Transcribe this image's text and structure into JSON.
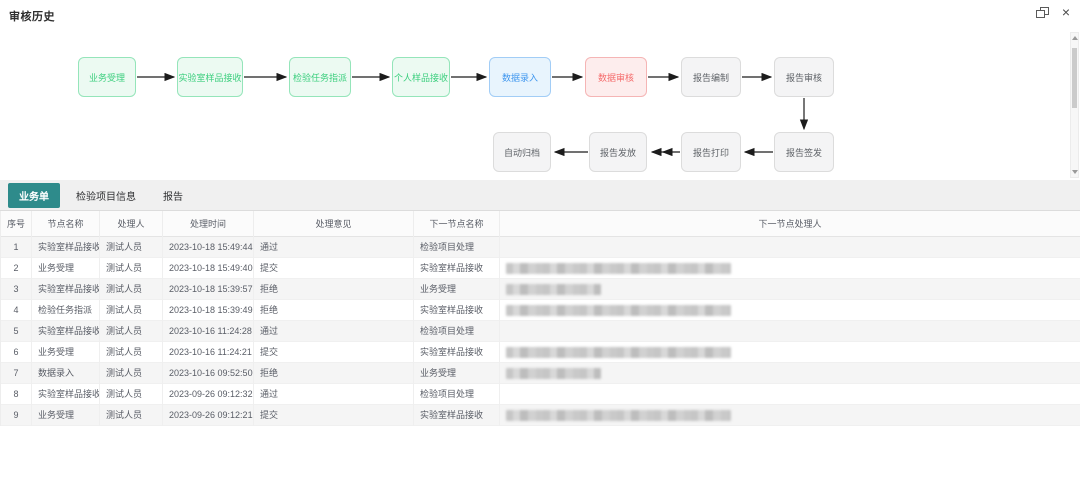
{
  "window": {
    "title": "审核历史",
    "icons": {
      "restore": "overlapping-squares",
      "close": "×"
    }
  },
  "flow": {
    "status_colors": {
      "done": {
        "bg": "#ecfaf2",
        "border": "#95e5ba",
        "text": "#3ccf7e"
      },
      "active": {
        "bg": "#e8f4fd",
        "border": "#a2cdf6",
        "text": "#4097ef"
      },
      "alert": {
        "bg": "#fdeded",
        "border": "#f5b5b5",
        "text": "#f56c6c"
      },
      "pending": {
        "bg": "#f4f4f5",
        "border": "#dcdcdc",
        "text": "#5f6368"
      }
    },
    "nodes_row1": [
      {
        "id": "business-accept",
        "label": "业务受理",
        "status": "done"
      },
      {
        "id": "lab-sample-receive",
        "label": "实验室样品接收",
        "status": "done"
      },
      {
        "id": "inspection-task-assign",
        "label": "检验任务指派",
        "status": "done"
      },
      {
        "id": "personal-sample-receive",
        "label": "个人样品接收",
        "status": "done"
      },
      {
        "id": "data-entry",
        "label": "数据录入",
        "status": "active"
      },
      {
        "id": "data-review",
        "label": "数据审核",
        "status": "alert"
      },
      {
        "id": "report-compile",
        "label": "报告编制",
        "status": "pending"
      },
      {
        "id": "report-review",
        "label": "报告审核",
        "status": "pending"
      }
    ],
    "nodes_row2": [
      {
        "id": "auto-archive",
        "label": "自动归档",
        "status": "pending"
      },
      {
        "id": "report-release",
        "label": "报告发放",
        "status": "pending"
      },
      {
        "id": "report-print",
        "label": "报告打印",
        "status": "pending"
      },
      {
        "id": "report-sign",
        "label": "报告签发",
        "status": "pending"
      }
    ]
  },
  "tabs": [
    {
      "id": "business-order",
      "label": "业务单",
      "active": true
    },
    {
      "id": "inspection-item-info",
      "label": "检验项目信息",
      "active": false
    },
    {
      "id": "report",
      "label": "报告",
      "active": false
    }
  ],
  "colors": {
    "active_tab": "#2e8b8b"
  },
  "table": {
    "headers": [
      "序号",
      "节点名称",
      "处理人",
      "处理时间",
      "处理意见",
      "下一节点名称",
      "下一节点处理人"
    ],
    "rows": [
      {
        "no": "1",
        "node": "实验室样品接收",
        "handler": "测试人员",
        "time": "2023-10-18 15:49:44",
        "opinion": "通过",
        "next_node": "检验项目处理",
        "next_handler_redacted": "none"
      },
      {
        "no": "2",
        "node": "业务受理",
        "handler": "测试人员",
        "time": "2023-10-18 15:49:40",
        "opinion": "提交",
        "next_node": "实验室样品接收",
        "next_handler_redacted": "long"
      },
      {
        "no": "3",
        "node": "实验室样品接收",
        "handler": "测试人员",
        "time": "2023-10-18 15:39:57",
        "opinion": "拒绝",
        "next_node": "业务受理",
        "next_handler_redacted": "short"
      },
      {
        "no": "4",
        "node": "检验任务指派",
        "handler": "测试人员",
        "time": "2023-10-18 15:39:49",
        "opinion": "拒绝",
        "next_node": "实验室样品接收",
        "next_handler_redacted": "long"
      },
      {
        "no": "5",
        "node": "实验室样品接收",
        "handler": "测试人员",
        "time": "2023-10-16 11:24:28",
        "opinion": "通过",
        "next_node": "检验项目处理",
        "next_handler_redacted": "none"
      },
      {
        "no": "6",
        "node": "业务受理",
        "handler": "测试人员",
        "time": "2023-10-16 11:24:21",
        "opinion": "提交",
        "next_node": "实验室样品接收",
        "next_handler_redacted": "long"
      },
      {
        "no": "7",
        "node": "数据录入",
        "handler": "测试人员",
        "time": "2023-10-16 09:52:50",
        "opinion": "拒绝",
        "next_node": "业务受理",
        "next_handler_redacted": "short"
      },
      {
        "no": "8",
        "node": "实验室样品接收",
        "handler": "测试人员",
        "time": "2023-09-26 09:12:32",
        "opinion": "通过",
        "next_node": "检验项目处理",
        "next_handler_redacted": "none"
      },
      {
        "no": "9",
        "node": "业务受理",
        "handler": "测试人员",
        "time": "2023-09-26 09:12:21",
        "opinion": "提交",
        "next_node": "实验室样品接收",
        "next_handler_redacted": "long"
      }
    ]
  }
}
